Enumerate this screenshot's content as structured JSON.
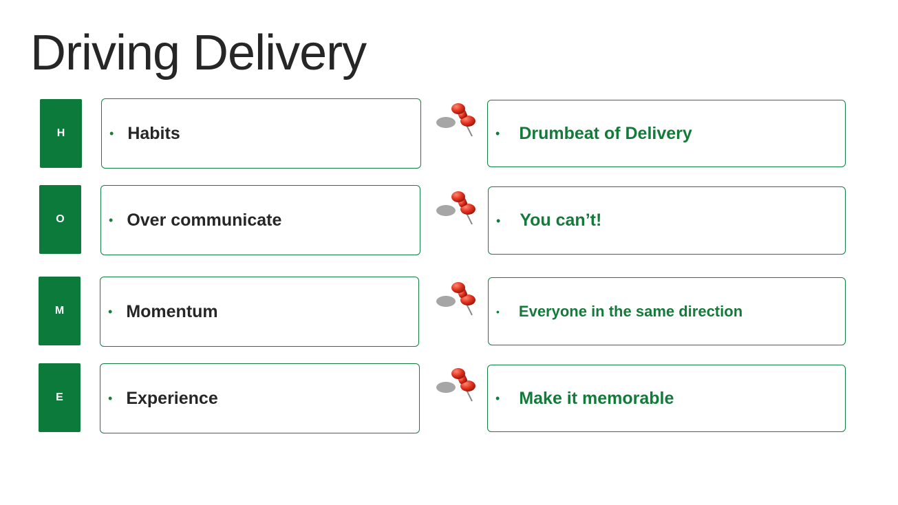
{
  "title": "Driving Delivery",
  "accent_color": "#0b7a3b",
  "pin_icon": "pushpin-icon",
  "rows": [
    {
      "letter": "H",
      "left": "Habits",
      "right": "Drumbeat of Delivery"
    },
    {
      "letter": "O",
      "left": "Over communicate",
      "right": "You can’t!"
    },
    {
      "letter": "M",
      "left": "Momentum",
      "right": "Everyone in the same direction"
    },
    {
      "letter": "E",
      "left": "Experience",
      "right": "Make it memorable"
    }
  ]
}
